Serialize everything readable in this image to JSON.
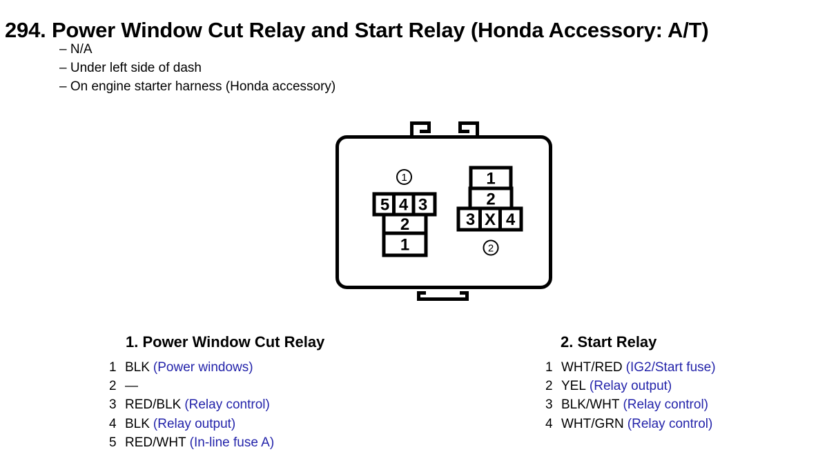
{
  "page": {
    "title": "294. Power Window Cut Relay and Start Relay (Honda Accessory: A/T)",
    "notes": [
      "– N/A",
      "– Under left side of dash",
      "– On engine starter harness (Honda accessory)"
    ]
  },
  "diagram": {
    "connector1": {
      "callout": "1",
      "row_pins": [
        "5",
        "4",
        "3"
      ],
      "column_pins": [
        "2",
        "1"
      ]
    },
    "connector2": {
      "callout": "2",
      "column_pins": [
        "1",
        "2"
      ],
      "row_pins": [
        "3",
        "X",
        "4"
      ]
    }
  },
  "legends": {
    "relay1": {
      "heading": "1. Power Window Cut Relay",
      "pins": [
        {
          "num": "1",
          "wire": "BLK",
          "desc": "(Power windows)"
        },
        {
          "num": "2",
          "wire": "—",
          "desc": ""
        },
        {
          "num": "3",
          "wire": "RED/BLK",
          "desc": "(Relay control)"
        },
        {
          "num": "4",
          "wire": "BLK",
          "desc": "(Relay output)"
        },
        {
          "num": "5",
          "wire": "RED/WHT",
          "desc": "(In-line fuse A)"
        }
      ]
    },
    "relay2": {
      "heading": "2. Start Relay",
      "pins": [
        {
          "num": "1",
          "wire": "WHT/RED",
          "desc": "(IG2/Start fuse)"
        },
        {
          "num": "2",
          "wire": "YEL",
          "desc": "(Relay output)"
        },
        {
          "num": "3",
          "wire": "BLK/WHT",
          "desc": "(Relay control)"
        },
        {
          "num": "4",
          "wire": "WHT/GRN",
          "desc": "(Relay control)"
        }
      ]
    }
  },
  "colors": {
    "ink": "#000000",
    "annotation_blue": "#2323aa",
    "background": "#ffffff"
  }
}
